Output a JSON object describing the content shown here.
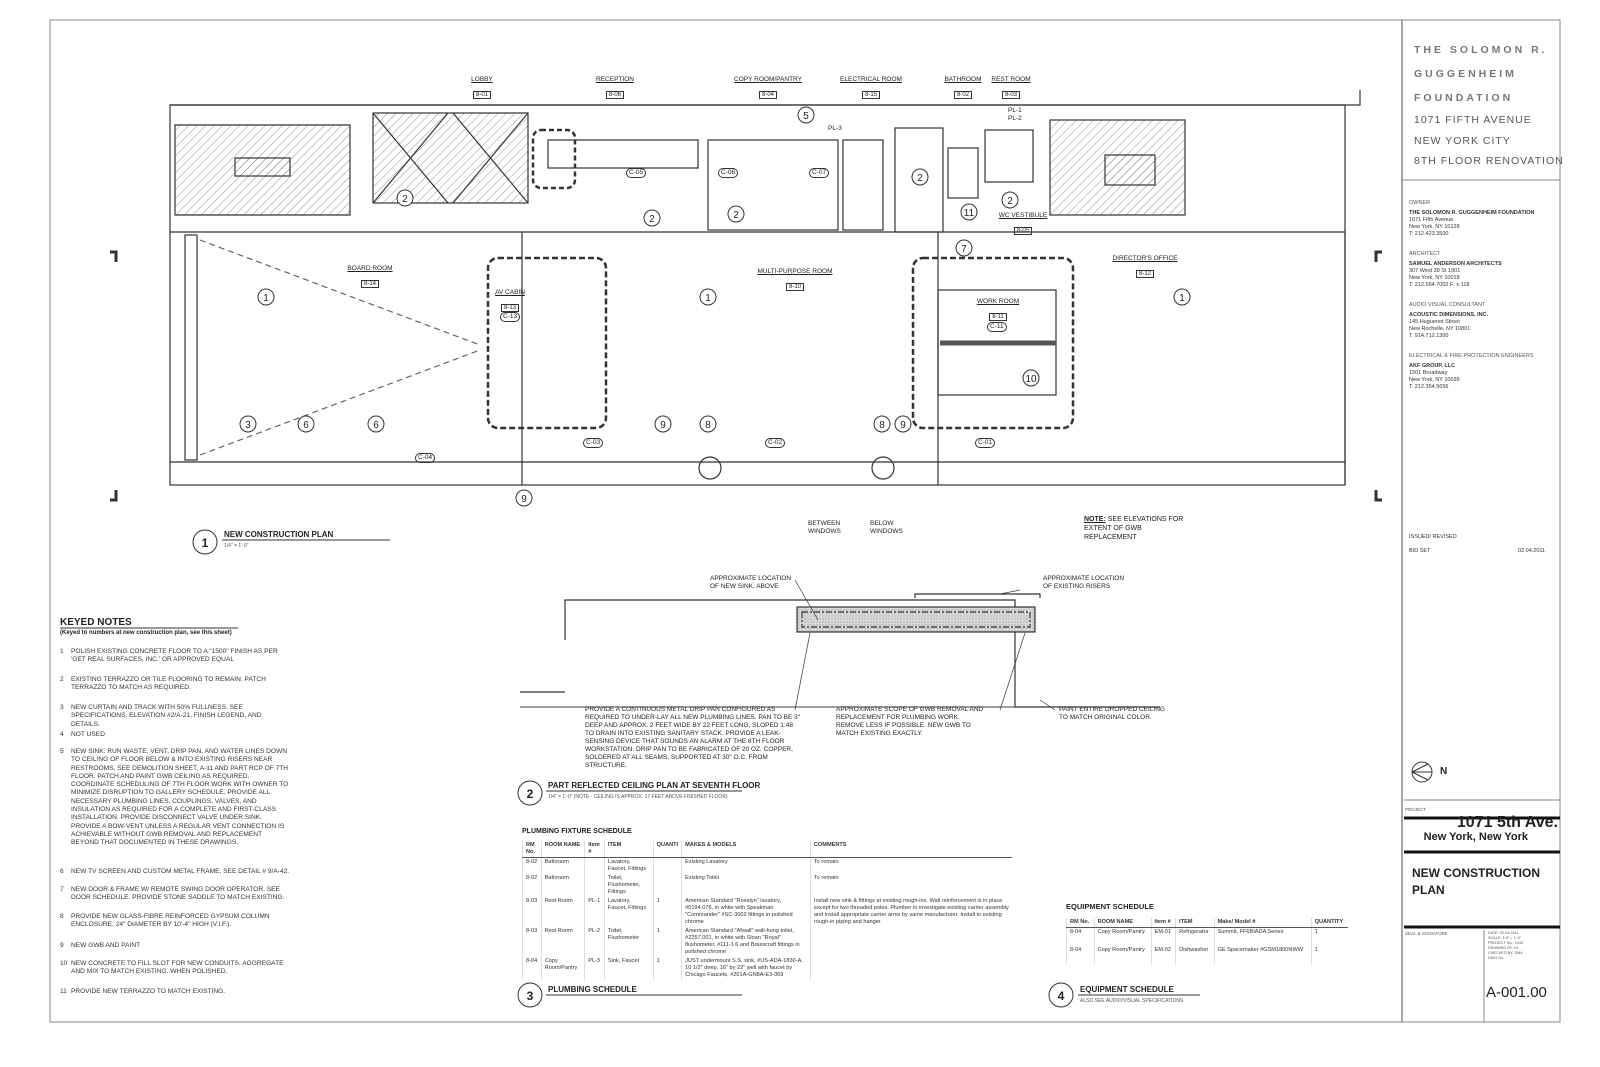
{
  "title_block": {
    "org_lines": [
      "THE SOLOMON R.",
      "GUGGENHEIM",
      "FOUNDATION"
    ],
    "address_lines": [
      "1071 FIFTH AVENUE",
      "NEW YORK CITY",
      "8TH FLOOR RENOVATION"
    ],
    "contacts": [
      {
        "role": "OWNER",
        "name": "THE SOLOMON R. GUGGENHEIM FOUNDATION",
        "lines": [
          "1071 Fifth Avenue",
          "New York, NY 10128",
          "T: 212.423.3500"
        ]
      },
      {
        "role": "ARCHITECT",
        "name": "SAMUEL ANDERSON ARCHITECTS",
        "lines": [
          "307 West 38 St 1901",
          "New York, NY 10018",
          "T: 212.564.7002        F: x 118"
        ]
      },
      {
        "role": "AUDIO VISUAL CONSULTANT",
        "name": "ACOUSTIC DIMENSIONS, INC.",
        "lines": [
          "145 Huguenot Street",
          "New Rochelle, NY 10801",
          "T. 914.712.1300"
        ]
      },
      {
        "role": "ELECTRICAL & FIRE PROTECTION ENGINEERS",
        "name": "AKF GROUP, LLC",
        "lines": [
          "1501 Broadway",
          "New York, NY 10036",
          "T. 212.354.5656"
        ]
      }
    ],
    "issued_label": "ISSUED/ REVISED",
    "issue": {
      "name": "BID SET",
      "date": "02.04.2011"
    },
    "north_label": "N",
    "project_label": "PROJECT",
    "project_name": "1071 5th Ave.",
    "project_city": "New York, New York",
    "sheet_title_1": "NEW CONSTRUCTION",
    "sheet_title_2": "PLAN",
    "seal_label": "SEAL & SIGNATURE",
    "sheet_info": [
      "DATE: 02.04.2011",
      "SCALE: 1/4\" = 1'-0\"",
      "PROJECT No.: 1040",
      "DRAWING BY: KL",
      "CHECKED BY: SMA",
      "DWG No."
    ],
    "sheet_number": "A-001.00"
  },
  "plan": {
    "rooms": [
      {
        "name": "LOBBY",
        "num": "8-01"
      },
      {
        "name": "RECEPTION",
        "num": "8-06"
      },
      {
        "name": "COPY ROOM/PANTRY",
        "num": "8-04"
      },
      {
        "name": "ELECTRICAL ROOM",
        "num": "8-15"
      },
      {
        "name": "BATHROOM",
        "num": "8-02"
      },
      {
        "name": "REST ROOM",
        "num": "8-03"
      },
      {
        "name": "BOARD ROOM",
        "num": "8-14"
      },
      {
        "name": "AV CABIN",
        "num": "8-13"
      },
      {
        "name": "MULTI-PURPOSE ROOM",
        "num": "8-10"
      },
      {
        "name": "WORK ROOM",
        "num": "8-11"
      },
      {
        "name": "DIRECTOR'S OFFICE",
        "num": "8-12"
      },
      {
        "name": "WC VESTIBULE",
        "num": "8-05"
      }
    ],
    "fixture_tags": [
      "PL-3",
      "PL-1",
      "PL-2"
    ],
    "casework_tags": [
      "C-05",
      "C-06",
      "C-07",
      "C-13",
      "C-11",
      "C-04",
      "C-03",
      "C-02",
      "C-01"
    ],
    "bottom_notes": [
      "BETWEEN WINDOWS",
      "BELOW WINDOWS"
    ],
    "note_label": "NOTE:",
    "note_text": "SEE ELEVATIONS FOR EXTENT OF GWB REPLACEMENT",
    "title": "NEW CONSTRUCTION PLAN",
    "title_num": "1",
    "scale": "1/4\" = 1'-0\""
  },
  "rcp": {
    "title_num": "2",
    "title": "PART REFLECTED CEILING PLAN AT SEVENTH FLOOR",
    "scale": "1/4\" = 1'-0\"  (NOTE - CEILING IS APPROX. 17 FEET ABOVE FINISHED FLOOR)",
    "callouts": [
      "APPROXIMATE LOCATION OF NEW SINK, ABOVE",
      "APPROXIMATE LOCATION OF EXISTING RISERS",
      "PROVIDE A CONTINUOUS METAL DRIP PAN CONFIGURED AS REQUIRED TO UNDER-LAY ALL NEW PLUMBING LINES. PAN TO BE 3\" DEEP AND APPROX. 2 FEET WIDE BY 22 FEET LONG, SLOPED 1:48 TO DRAIN INTO EXISTING SANITARY STACK. PROVIDE A LEAK-SENSING DEVICE THAT SOUNDS AN ALARM AT THE 8TH FLOOR WORKSTATION. DRIP PAN TO BE FABRICATED OF 20 OZ. COPPER, SOLDERED AT ALL SEAMS, SUPPORTED AT 30\" O.C. FROM STRUCTURE.",
      "APPROXIMATE SCOPE OF GWB REMOVAL AND REPLACEMENT FOR PLUMBING WORK. REMOVE LESS IF POSSIBLE. NEW GWB TO MATCH EXISTING EXACTLY.",
      "PAINT ENTIRE DROPPED CEILING TO MATCH ORIGINAL COLOR."
    ]
  },
  "keyed_notes": {
    "title": "KEYED NOTES",
    "subtitle": "(Keyed to numbers at new construction plan, see this sheet)",
    "items": [
      {
        "n": "1",
        "text": "POLISH EXISTING CONCRETE FLOOR TO A \"1500\" FINISH AS PER 'GET REAL SURFACES, INC.' OR APPROVED EQUAL"
      },
      {
        "n": "2",
        "text": "EXISTING TERRAZZO OR TILE FLOORING TO REMAIN. PATCH TERRAZZO TO MATCH AS REQUIRED."
      },
      {
        "n": "3",
        "text": "NEW CURTAIN AND TRACK WITH 50% FULLNESS. SEE SPECIFICATIONS, ELEVATION #2/A-21, FINISH LEGEND, AND DETAILS."
      },
      {
        "n": "4",
        "text": "NOT USED"
      },
      {
        "n": "5",
        "text": "NEW SINK. RUN WASTE, VENT, DRIP PAN, AND WATER LINES DOWN TO CEILING OF FLOOR BELOW & INTO EXISTING RISERS NEAR RESTROOMS, SEE DEMOLITION SHEET, A-11 AND PART RCP OF 7TH FLOOR. PATCH AND PAINT GWB CEILING AS REQUIRED. COORDINATE SCHEDULING OF 7TH FLOOR WORK WITH OWNER TO MINIMIZE DISRUPTION TO GALLERY SCHEDULE. PROVIDE ALL NECESSARY PLUMBING LINES, COUPLINGS, VALVES, AND INSULATION AS REQUIRED FOR A COMPLETE AND FIRST-CLASS INSTALLATION. PROVIDE DISCONNECT VALVE UNDER SINK. PROVIDE A BOW-VENT UNLESS A REGULAR VENT CONNECTION IS ACHIEVABLE WITHOUT GWB REMOVAL AND REPLACEMENT BEYOND THAT DOCUMENTED IN THESE DRAWINGS."
      },
      {
        "n": "6",
        "text": "NEW TV SCREEN AND CUSTOM METAL FRAME, SEE DETAIL # 9/A-42."
      },
      {
        "n": "7",
        "text": "NEW DOOR & FRAME W/ REMOTE SWING DOOR OPERATOR. SEE DOOR SCHEDULE. PROVIDE STONE SADDLE TO MATCH EXISTING."
      },
      {
        "n": "8",
        "text": "PROVIDE NEW GLASS-FIBRE REINFORCED GYPSUM COLUMN ENCLOSURE; 24\" DIAMETER BY 10'-4\" HIGH (V.I.F.)."
      },
      {
        "n": "9",
        "text": "NEW GWB AND PAINT"
      },
      {
        "n": "10",
        "text": "NEW CONCRETE TO FILL SLOT FOR NEW CONDUITS. AGGREGATE AND MIX TO MATCH EXISTING, WHEN POLISHED."
      },
      {
        "n": "11",
        "text": "PROVIDE NEW TERRAZZO TO MATCH EXISTING."
      }
    ]
  },
  "plumbing_schedule": {
    "heading": "PLUMBING FIXTURE SCHEDULE",
    "title_num": "3",
    "title": "PLUMBING SCHEDULE",
    "columns": [
      "RM No.",
      "ROOM NAME",
      "Item #",
      "ITEM",
      "QUANTI",
      "MAKES & MODELS",
      "COMMENTS"
    ],
    "rows": [
      [
        "8-02",
        "Bathroom",
        "",
        "Lavatory, Faucet, Fittings",
        "",
        "Existing Lavatory",
        "To remain"
      ],
      [
        "8-02",
        "Bathroom",
        "",
        "Toilet, Flushometer, Fittings",
        "",
        "Existing Toilet",
        "To remain"
      ],
      [
        "8-03",
        "Rest Room",
        "PL-1",
        "Lavatory, Faucet, Fittings",
        "1",
        "American Standard \"Roxalyn\" lavatory, #0194.076, in white with Speakman \"Commander\" #SC-3002 fittings in polished chrome",
        "Install new sink & fittings at existing rough-ins. Wall reinforcement is in place except for two threaded poles. Plumber to investigate existing carrier assembly and install appropriate carrier arms by same manufacturer. Install to existing rough-in piping and hanger."
      ],
      [
        "8-03",
        "Rest Room",
        "PL-2",
        "Toilet, Flushometer",
        "1",
        "American Standard \"Afwall\" wall-hung toilet, #2257.001, in white with Sloan \"Royal\" flushometer, #111-1.6 and Brasscraft fittings in polished chrome",
        ""
      ],
      [
        "8-04",
        "Copy Room/Pantry",
        "PL-3",
        "Sink, Faucet",
        "1",
        "JUST undermount S.S. sink, #US-ADA-1830-A, 10 1/2\" deep, 16\" by 22\" well with faucet by Chicago Faucets, #201A-GN8A-E3-369",
        ""
      ]
    ]
  },
  "equipment_schedule": {
    "heading": "EQUIPMENT SCHEDULE",
    "title_num": "4",
    "title": "EQUIPMENT SCHEDULE",
    "subtitle": "ALSO SEE AUDIO/VISUAL SPECIFICATIONS",
    "columns": [
      "RM No.",
      "ROOM NAME",
      "Item #",
      "ITEM",
      "Make/ Model #",
      "QUANTITY"
    ],
    "rows": [
      [
        "8-04",
        "Copy Room/Pantry",
        "EM-01",
        "Refrigerator",
        "Summit, FF6BIADA Series",
        "1"
      ],
      [
        "8-04",
        "Copy Room/Pantry",
        "EM-02",
        "Dishwasher",
        "GE Spacemaker #GSM1800NWW",
        "1"
      ]
    ]
  }
}
